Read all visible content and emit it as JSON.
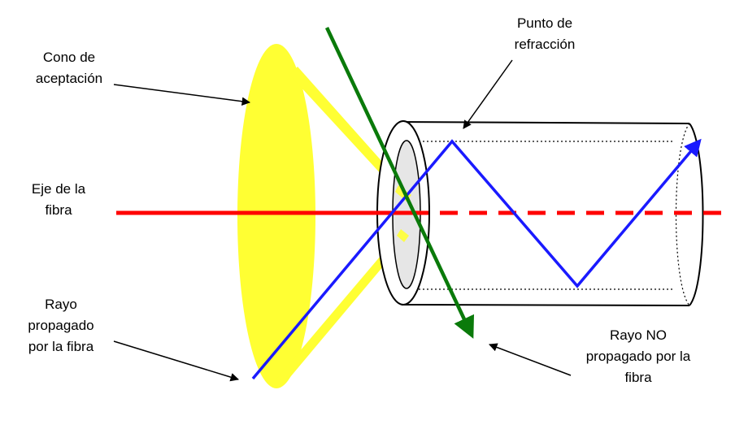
{
  "labels": {
    "cono": [
      "Cono de",
      "aceptación"
    ],
    "punto": [
      "Punto de",
      "refracción"
    ],
    "eje": [
      "Eje de la",
      "fibra"
    ],
    "rayo_prop": [
      "Rayo",
      "propagado",
      "por la fibra"
    ],
    "rayo_no": [
      "Rayo NO",
      "propagado por la",
      "fibra"
    ]
  },
  "colors": {
    "cone": "#ffff33",
    "axis": "#ff0000",
    "propagated_ray": "#1a1aff",
    "non_propagated_ray": "#0a7a0a",
    "fiber_outline": "#000000",
    "core_fill": "#e6e6e6"
  }
}
